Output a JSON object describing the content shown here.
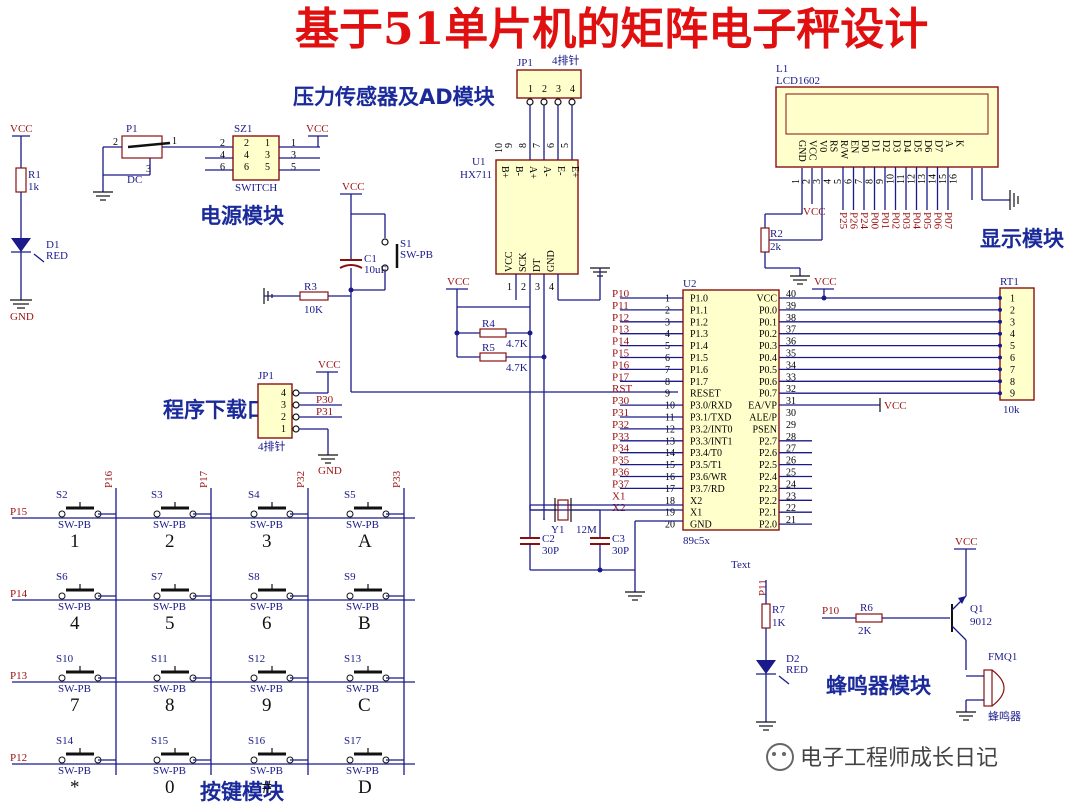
{
  "title": "基于51单片机的矩阵电子秤设计",
  "modules": {
    "sensor": "压力传感器及AD模块",
    "power": "电源模块",
    "display": "显示模块",
    "download": "程序下载口",
    "buzzer": "蜂鸣器模块",
    "keypad": "按键模块"
  },
  "watermark": "电子工程师成长日记",
  "parts": {
    "jp1_top": {
      "ref": "JP1",
      "value": "4排针"
    },
    "u1": {
      "ref": "U1",
      "value": "HX711",
      "pins_top": [
        "B+",
        "B-",
        "A+",
        "A-",
        "E-",
        "E+"
      ],
      "pins_bottom": [
        "VCC",
        "SCK",
        "DT",
        "GND"
      ]
    },
    "l1": {
      "ref": "L1",
      "value": "LCD1602",
      "pins": [
        "GND",
        "VCC",
        "V0",
        "RS",
        "R/W",
        "EN",
        "D0",
        "D1",
        "D2",
        "D3",
        "D4",
        "D5",
        "D6",
        "D7",
        "A",
        "K"
      ]
    },
    "p1": {
      "ref": "P1",
      "dc": "DC"
    },
    "sz1": {
      "ref": "SZ1",
      "value": "SWITCH"
    },
    "r1": {
      "ref": "R1",
      "value": "1k"
    },
    "d1": {
      "ref": "D1",
      "value": "RED"
    },
    "c1": {
      "ref": "C1",
      "value": "10uF"
    },
    "s1": {
      "ref": "S1",
      "value": "SW-PB"
    },
    "r3": {
      "ref": "R3",
      "value": "10K"
    },
    "r4": {
      "ref": "R4",
      "value": "4.7K"
    },
    "r5": {
      "ref": "R5",
      "value": "4.7K"
    },
    "r2": {
      "ref": "R2",
      "value": "2k"
    },
    "u2": {
      "ref": "U2",
      "value": "89c5x"
    },
    "rt1": {
      "ref": "RT1",
      "value": "10k"
    },
    "jp1_dl": {
      "ref": "JP1",
      "value": "4排针"
    },
    "y1": {
      "ref": "Y1",
      "value": "12M"
    },
    "c2": {
      "ref": "C2",
      "value": "30P"
    },
    "c3": {
      "ref": "C3",
      "value": "30P"
    },
    "r7": {
      "ref": "R7",
      "value": "1K"
    },
    "d2": {
      "ref": "D2",
      "value": "RED"
    },
    "r6": {
      "ref": "R6",
      "value": "2K"
    },
    "q1": {
      "ref": "Q1",
      "value": "9012"
    },
    "fmq1": {
      "ref": "FMQ1",
      "value": "蜂鸣器"
    },
    "text_label": "Text"
  },
  "power_labels": {
    "vcc": "VCC",
    "gnd": "GND"
  },
  "u2_left": [
    "P1.0",
    "P1.1",
    "P1.2",
    "P1.3",
    "P1.4",
    "P1.5",
    "P1.6",
    "P1.7",
    "RESET",
    "P3.0/RXD",
    "P3.1/TXD",
    "P3.2/INT0",
    "P3.3/INT1",
    "P3.4/T0",
    "P3.5/T1",
    "P3.6/WR",
    "P3.7/RD",
    "X2",
    "X1",
    "GND"
  ],
  "u2_right": [
    "VCC",
    "P0.0",
    "P0.1",
    "P0.2",
    "P0.3",
    "P0.4",
    "P0.5",
    "P0.6",
    "P0.7",
    "EA/VP",
    "ALE/P",
    "PSEN",
    "P2.7",
    "P2.6",
    "P2.5",
    "P2.4",
    "P2.3",
    "P2.2",
    "P2.1",
    "P2.0"
  ],
  "u2_left_nets": [
    "P10",
    "P11",
    "P12",
    "P13",
    "P14",
    "P15",
    "P16",
    "P17",
    "RST",
    "P30",
    "P31",
    "P32",
    "P33",
    "P34",
    "P35",
    "P36",
    "P37",
    "X1",
    "X2",
    ""
  ],
  "lcd_nets": [
    "P25",
    "P26",
    "P24",
    "P00",
    "P01",
    "P02",
    "P03",
    "P04",
    "P05",
    "P06",
    "P07"
  ],
  "dl_nets": [
    "P30",
    "P31"
  ],
  "keypad": {
    "rows": [
      "P15",
      "P14",
      "P13",
      "P12"
    ],
    "cols": [
      "P16",
      "P17",
      "P32",
      "P33"
    ],
    "switch_label": "SW-PB",
    "keys": [
      {
        "ref": "S2",
        "label": "1"
      },
      {
        "ref": "S3",
        "label": "2"
      },
      {
        "ref": "S4",
        "label": "3"
      },
      {
        "ref": "S5",
        "label": "A"
      },
      {
        "ref": "S6",
        "label": "4"
      },
      {
        "ref": "S7",
        "label": "5"
      },
      {
        "ref": "S8",
        "label": "6"
      },
      {
        "ref": "S9",
        "label": "B"
      },
      {
        "ref": "S10",
        "label": "7"
      },
      {
        "ref": "S11",
        "label": "8"
      },
      {
        "ref": "S12",
        "label": "9"
      },
      {
        "ref": "S13",
        "label": "C"
      },
      {
        "ref": "S14",
        "label": "*"
      },
      {
        "ref": "S15",
        "label": "0"
      },
      {
        "ref": "S16",
        "label": "#"
      },
      {
        "ref": "S17",
        "label": "D"
      }
    ]
  },
  "buzzer_nets": {
    "led": "P11",
    "base": "P10"
  },
  "colors": {
    "title": "#e01010",
    "module": "#1a2a9a",
    "wire": "#1a1a8a",
    "body": "#8a1010",
    "chip_fill": "#ffffcc"
  }
}
